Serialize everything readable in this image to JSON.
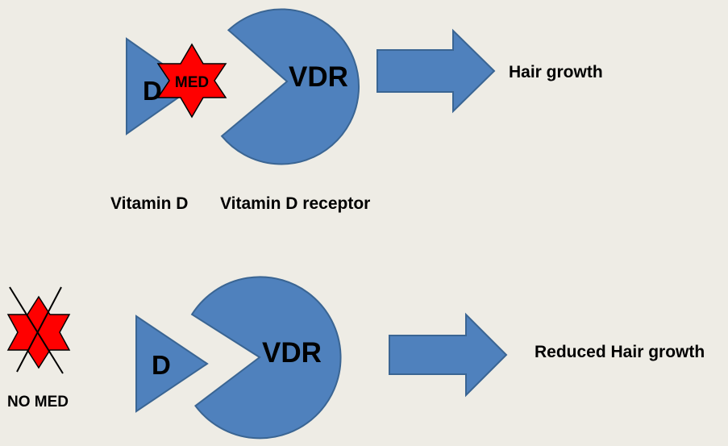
{
  "top": {
    "ligand_letter": "D",
    "med_label": "MED",
    "receptor_label": "VDR",
    "ligand_caption": "Vitamin D",
    "receptor_caption": "Vitamin D receptor",
    "outcome": "Hair growth"
  },
  "bottom": {
    "ligand_letter": "D",
    "receptor_label": "VDR",
    "no_med_label": "NO MED",
    "outcome": "Reduced Hair growth"
  },
  "colors": {
    "background": "#eeece5",
    "shape_fill": "#4f81bd",
    "shape_stroke": "#3a6593",
    "med_red": "#ff0000",
    "text": "#000000"
  }
}
